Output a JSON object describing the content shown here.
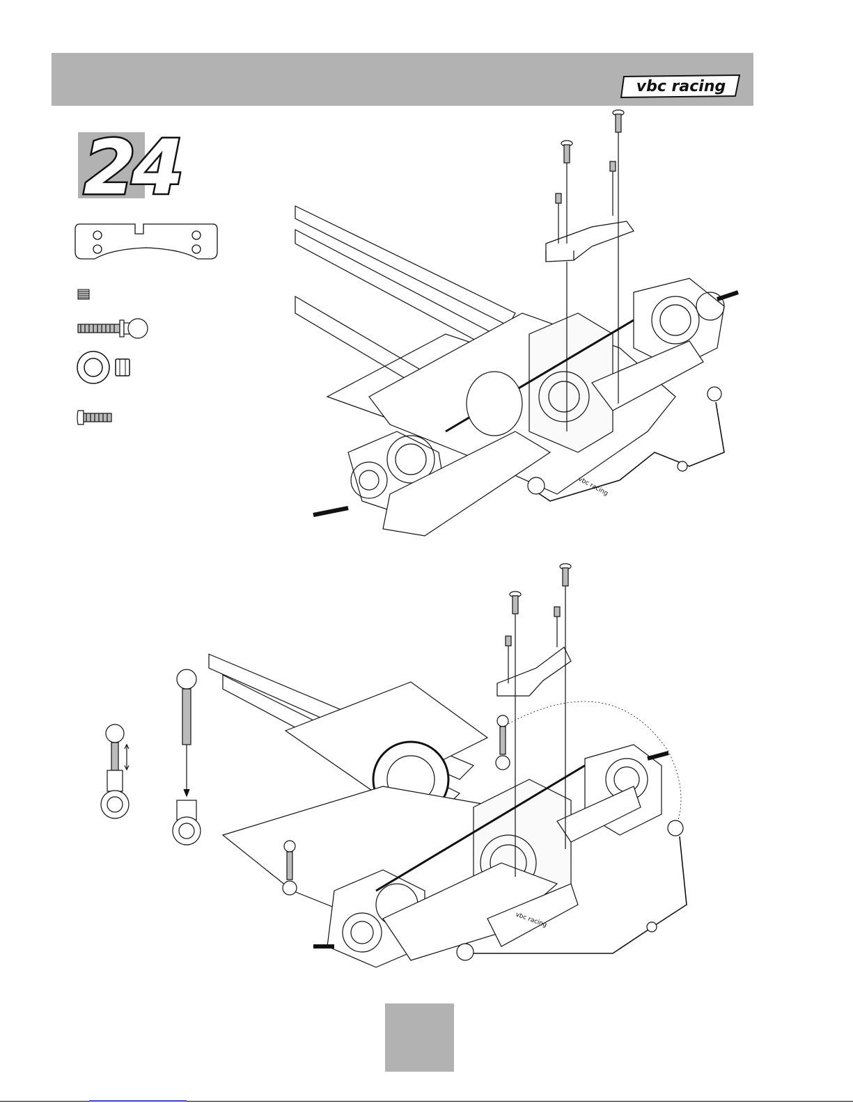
{
  "header": {
    "brand": "vbc racing",
    "background_color": "#b2b2b2"
  },
  "step": {
    "number": "24"
  },
  "diagram_top": {
    "chassis_label": "vbc racing"
  },
  "diagram_bottom": {
    "chassis_label": "vbc racing"
  },
  "icons": [
    "top-plate-icon",
    "set-screw-icon",
    "ball-stud-icon",
    "ball-cup-icon",
    "button-head-screw-icon"
  ]
}
